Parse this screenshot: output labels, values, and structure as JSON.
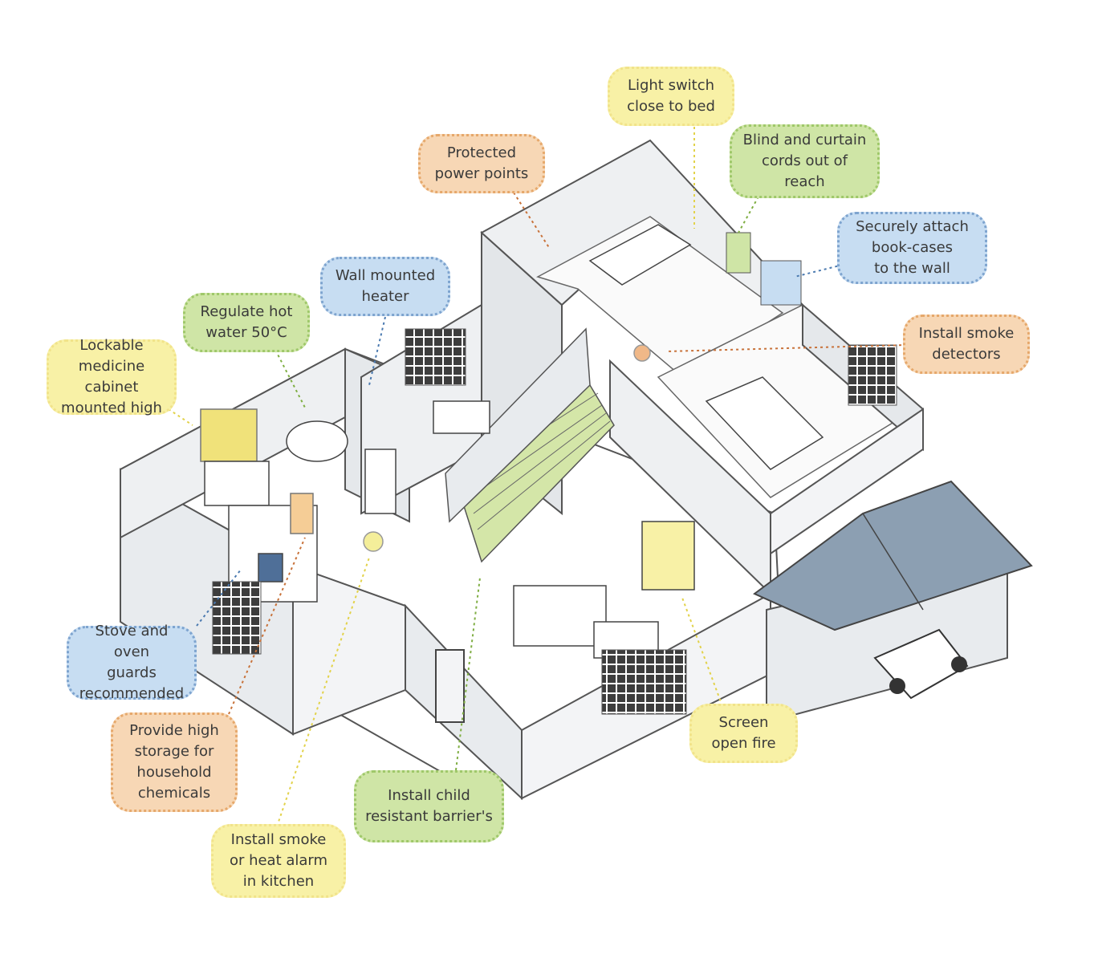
{
  "colors": {
    "yellow_fill": "#f8f1a6",
    "orange_fill": "#f7d7b5",
    "green_fill": "#cfe5a6",
    "blue_fill": "#c7ddf2",
    "wall": "#eef0f2",
    "floor": "#ffffff",
    "roof": "#8c9fb2"
  },
  "callouts": {
    "light_switch": "Light switch\nclose to bed",
    "protected_power": "Protected\npower points",
    "blind_cords": "Blind and curtain\ncords out of\nreach",
    "bookcases": "Securely attach\nbook-cases\nto the wall",
    "wall_heater": "Wall mounted\nheater",
    "hot_water": "Regulate hot\nwater 50°C",
    "medicine": "Lockable\nmedicine cabinet\nmounted high",
    "smoke_detectors": "Install smoke\ndetectors",
    "stove_guards": "Stove and oven\nguards\nrecommended",
    "high_storage": "Provide high\nstorage for\nhousehold\nchemicals",
    "kitchen_alarm": "Install smoke\nor heat alarm\nin kitchen",
    "child_barrier": "Install child\nresistant barrier's",
    "screen_fire": "Screen\nopen fire"
  }
}
